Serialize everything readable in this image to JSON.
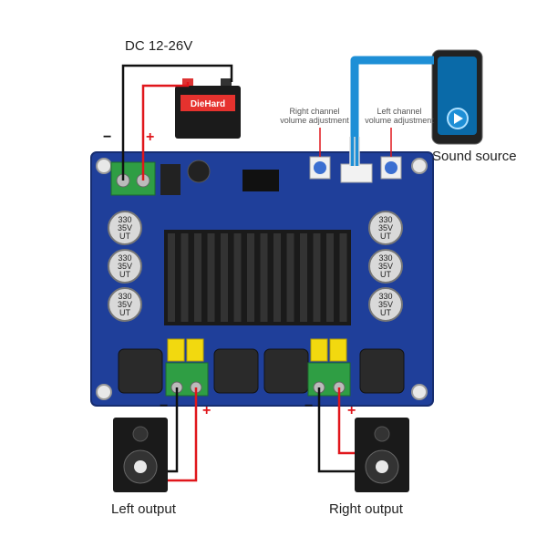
{
  "power": {
    "label": "DC 12-26V",
    "battery_brand": "DieHard",
    "minus": "−",
    "plus": "+"
  },
  "source": {
    "label": "Sound source"
  },
  "volume": {
    "right": "Right channel volume adjustment",
    "left": "Left channel volume adjustment"
  },
  "outputs": {
    "left": "Left output",
    "right": "Right output",
    "minus": "−",
    "plus": "+"
  },
  "caps": [
    "330 35V UT",
    "330 35V UT",
    "330 35V UT",
    "330 35V UT",
    "330 35V UT",
    "330 35V UT"
  ],
  "colors": {
    "board": "#1f3f9a",
    "wire_black": "#111111",
    "wire_red": "#e0161b",
    "wire_blue": "#1e8fd6",
    "terminal": "#2f9e44",
    "heatsink": "#1a1a1a"
  }
}
